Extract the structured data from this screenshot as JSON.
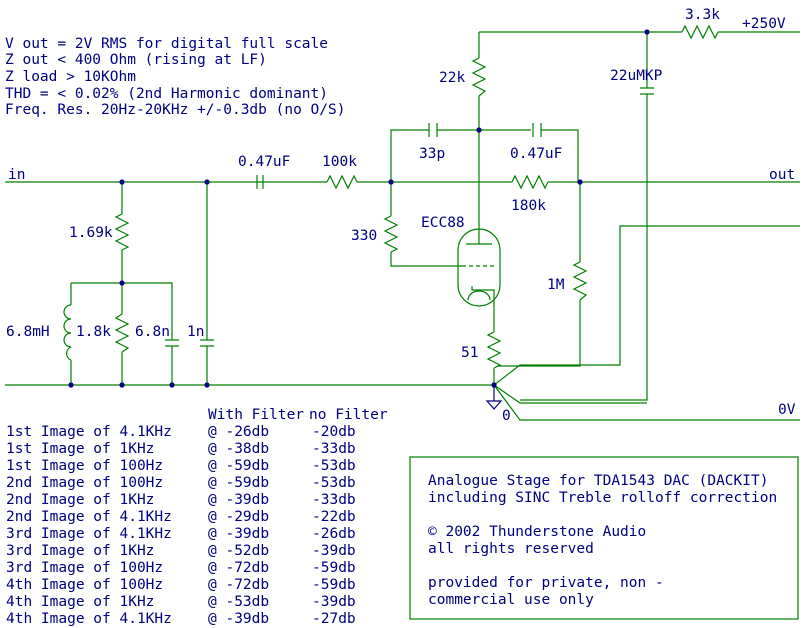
{
  "specs": [
    "V out = 2V RMS for digital full scale",
    "Z out < 400 Ohm (rising at LF)",
    "Z load > 10KOhm",
    "THD = < 0.02% (2nd Harmonic dominant)",
    "Freq. Res. 20Hz-20KHz +/-0.3db (no O/S)"
  ],
  "labels": {
    "r_33k": "3.3k",
    "v_250": "+250V",
    "r_22k": "22k",
    "c_22u": "22uMKP",
    "c_33p": "33p",
    "c_047_fb": "0.47uF",
    "in": "in",
    "out": "out",
    "c_047_in": "0.47uF",
    "r_100k": "100k",
    "r_180k": "180k",
    "r_169k": "1.69k",
    "r_330": "330",
    "tube": "ECC88",
    "r_1m": "1M",
    "l_68": "6.8mH",
    "r_18k": "1.8k",
    "c_68n": "6.8n",
    "c_1n": "1n",
    "r_51": "51",
    "gnd_0": "0",
    "v_0": "0V"
  },
  "table": {
    "headers": [
      "With Filter",
      "no Filter"
    ],
    "rows": [
      {
        "label": "1st Image of 4.1KHz",
        "with": "@ -26db",
        "without": "-20db"
      },
      {
        "label": "1st Image of 1KHz",
        "with": "@ -38db",
        "without": "-33db"
      },
      {
        "label": "1st Image of 100Hz",
        "with": "@ -59db",
        "without": "-53db"
      },
      {
        "label": "2nd Image of 100Hz",
        "with": "@ -59db",
        "without": "-53db"
      },
      {
        "label": "2nd Image of 1KHz",
        "with": "@ -39db",
        "without": "-33db"
      },
      {
        "label": "2nd Image of 4.1KHz",
        "with": "@ -29db",
        "without": "-22db"
      },
      {
        "label": "3rd Image of 4.1KHz",
        "with": "@ -39db",
        "without": "-26db"
      },
      {
        "label": "3rd Image of 1KHz",
        "with": "@ -52db",
        "without": "-39db"
      },
      {
        "label": "3rd Image of 100Hz",
        "with": "@ -72db",
        "without": "-59db"
      },
      {
        "label": "4th Image of 100Hz",
        "with": "@ -72db",
        "without": "-59db"
      },
      {
        "label": "4th Image of 1KHz",
        "with": "@ -53db",
        "without": "-39db"
      },
      {
        "label": "4th Image of 4.1KHz",
        "with": "@ -39db",
        "without": "-27db"
      }
    ]
  },
  "info": [
    "Analogue Stage for TDA1543 DAC (DACKIT)",
    "including SINC Treble rolloff correction",
    "",
    "© 2002 Thunderstone Audio",
    "all rights reserved",
    "",
    "provided for private, non -",
    "commercial use only"
  ],
  "colors": {
    "wire": "#008000",
    "text": "#000080",
    "background": "#ffffff"
  }
}
